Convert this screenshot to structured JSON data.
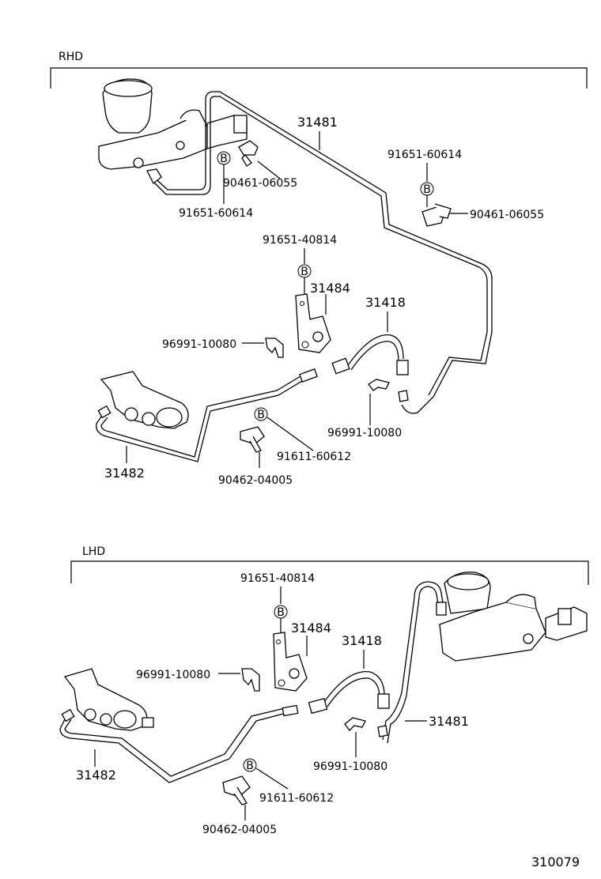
{
  "sections": {
    "rhd": "RHD",
    "lhd": "LHD"
  },
  "rhd_labels": {
    "master_line": "31481",
    "clamp_a": "91651-60614",
    "clamp_b": "91651-60614",
    "bolt_a": "90461-06055",
    "bolt_b": "90461-06055",
    "bracket_bolt": "91651-40814",
    "bracket": "31484",
    "hose": "31418",
    "clip_a": "96991-10080",
    "clip_b": "96991-10080",
    "bolt_c": "91611-60612",
    "clamp_c": "90462-04005",
    "release_line": "31482",
    "marker": "B"
  },
  "lhd_labels": {
    "bracket_bolt": "91651-40814",
    "bracket": "31484",
    "hose": "31418",
    "clip_a": "96991-10080",
    "clip_b": "96991-10080",
    "master_line": "31481",
    "release_line": "31482",
    "bolt_c": "91611-60612",
    "clamp_c": "90462-04005",
    "marker": "B"
  },
  "figure_number": "310079"
}
